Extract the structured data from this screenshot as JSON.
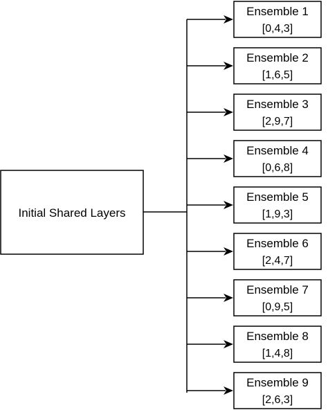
{
  "root": {
    "label": "Initial Shared Layers"
  },
  "ensembles": [
    {
      "title": "Ensemble 1",
      "value": "[0,4,3]"
    },
    {
      "title": "Ensemble 2",
      "value": "[1,6,5]"
    },
    {
      "title": "Ensemble 3",
      "value": "[2,9,7]"
    },
    {
      "title": "Ensemble 4",
      "value": "[0,6,8]"
    },
    {
      "title": "Ensemble 5",
      "value": "[1,9,3]"
    },
    {
      "title": "Ensemble 6",
      "value": "[2,4,7]"
    },
    {
      "title": "Ensemble 7",
      "value": "[0,9,5]"
    },
    {
      "title": "Ensemble 8",
      "value": "[1,4,8]"
    },
    {
      "title": "Ensemble 9",
      "value": "[2,6,3]"
    }
  ],
  "colors": {
    "stroke": "#000000",
    "fill": "#ffffff",
    "text": "#000000"
  }
}
